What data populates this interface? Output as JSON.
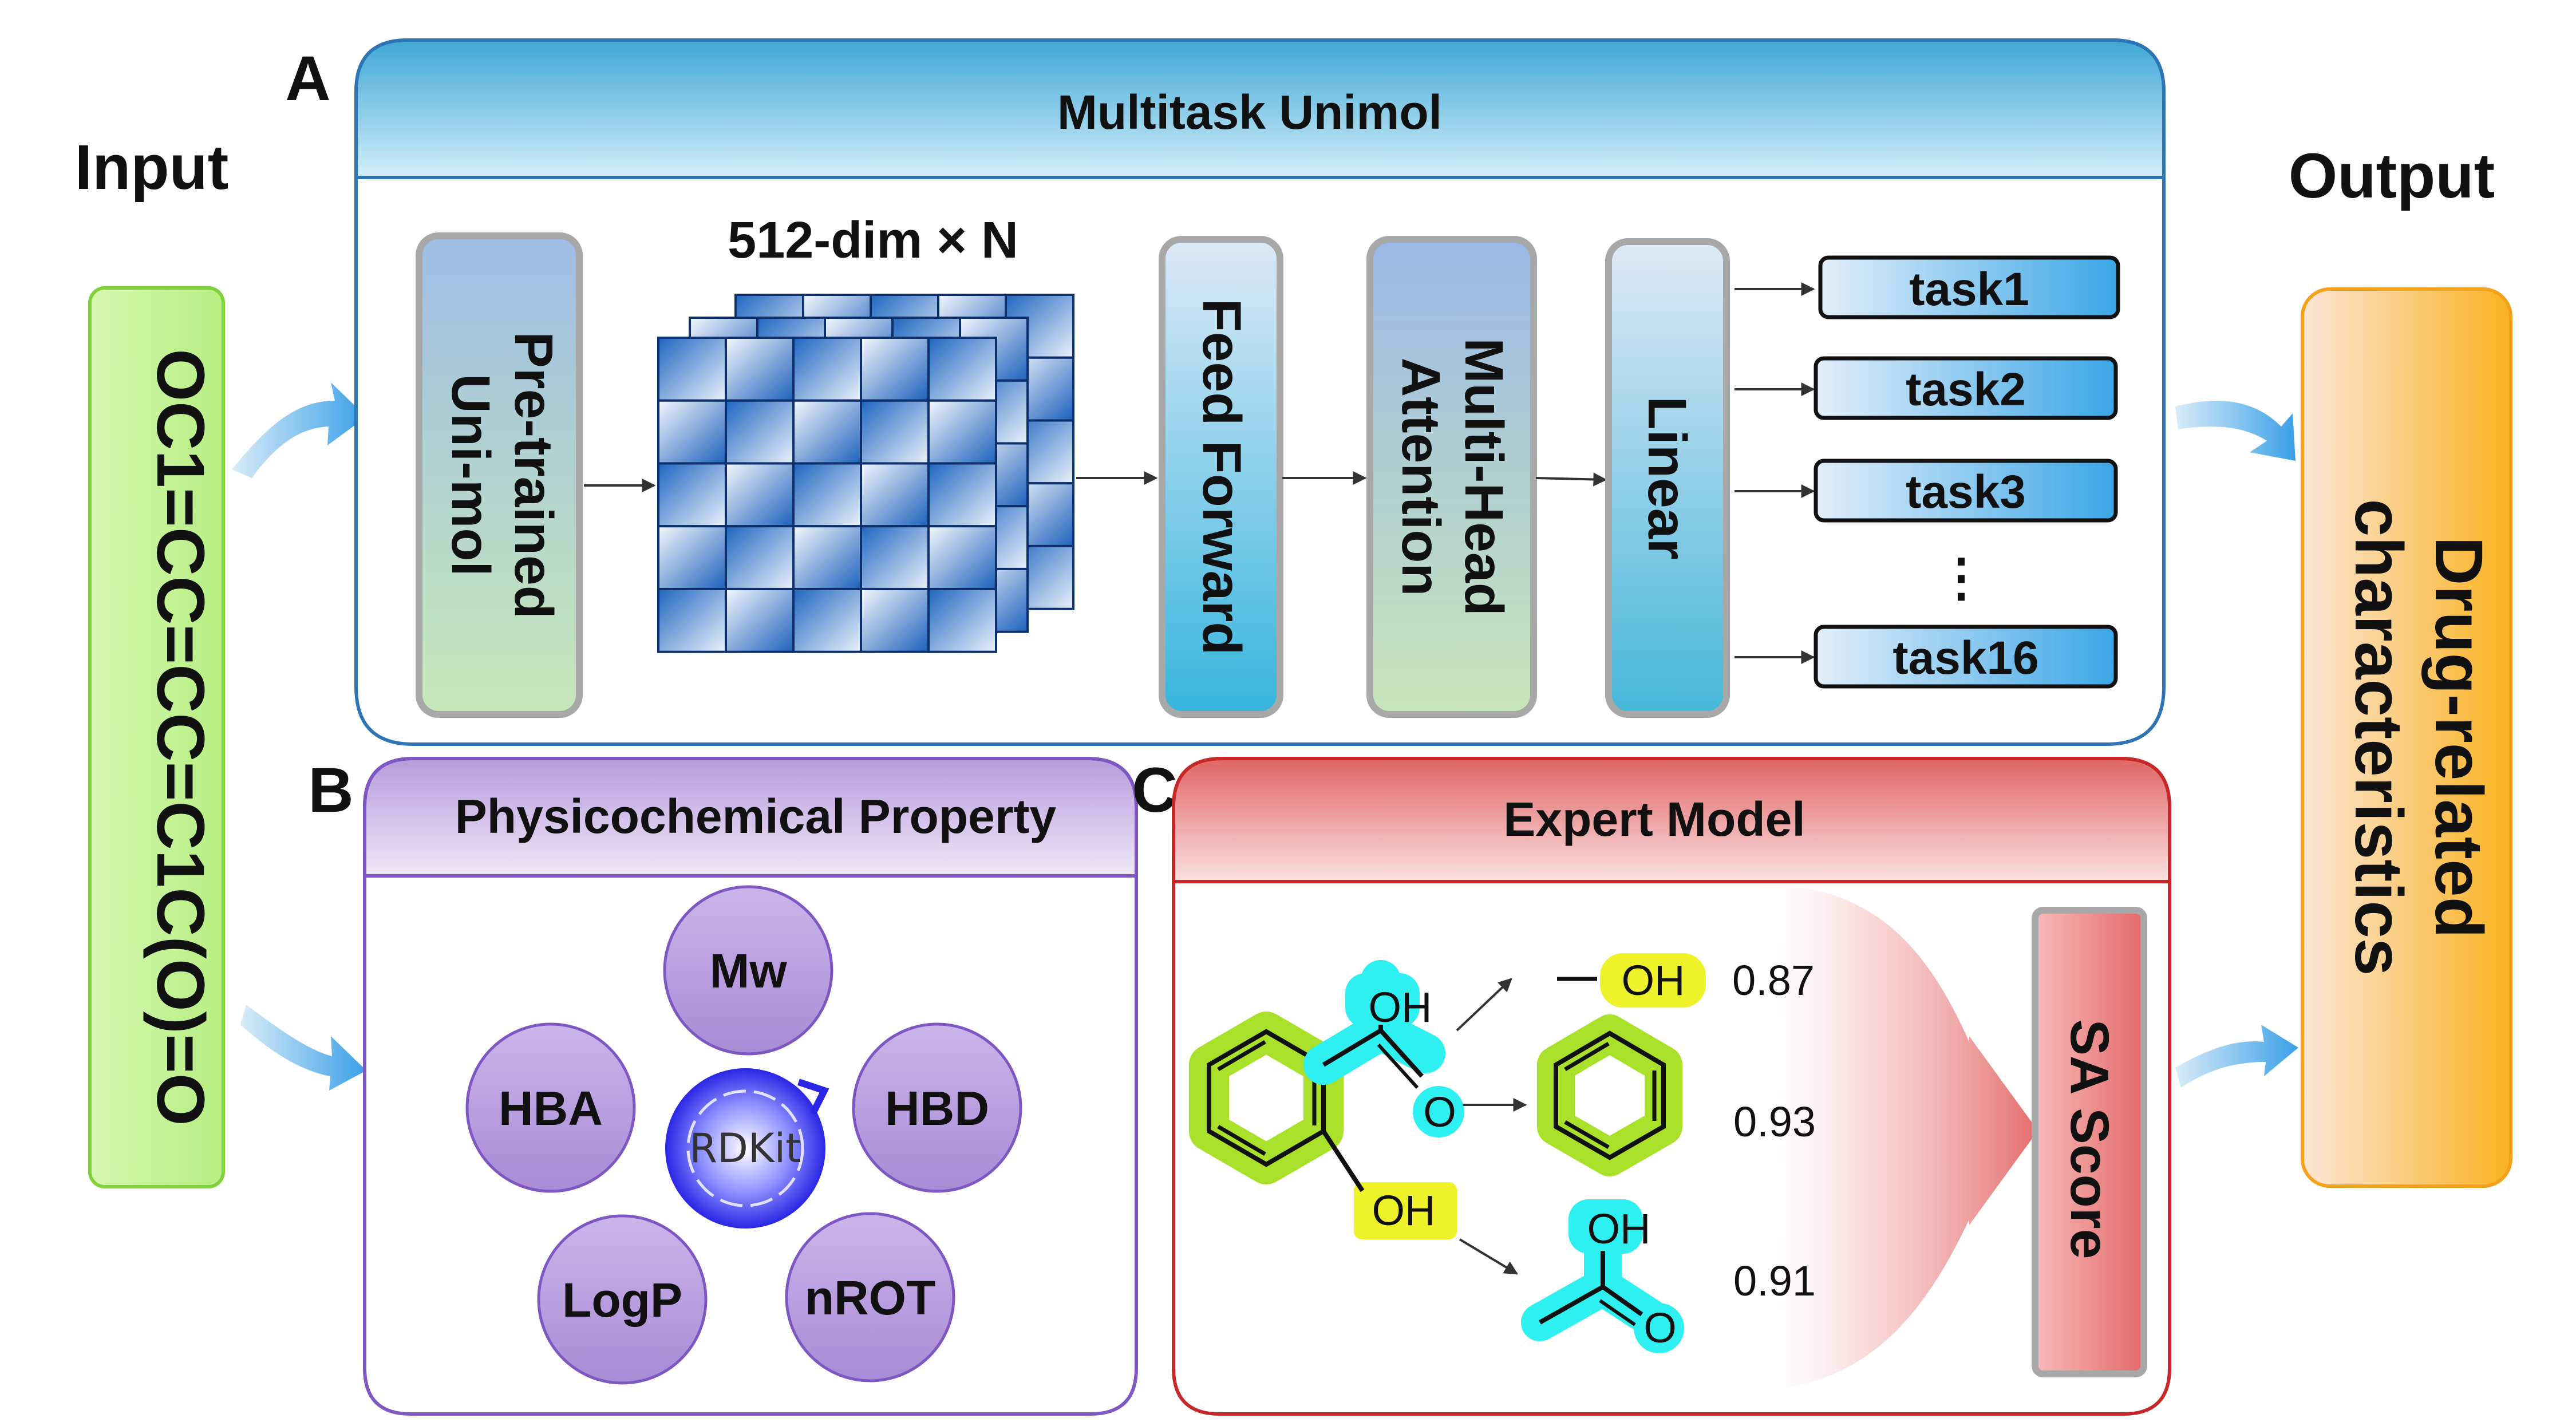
{
  "left": {
    "title": "Input",
    "smiles": "OC1=CC=CC=C1C(O)=O"
  },
  "right": {
    "title": "Output",
    "box_line1": "Drug-related",
    "box_line2": "characteristics"
  },
  "panel_a": {
    "letter": "A",
    "header": "Multitask Unimol",
    "pretrained": [
      "Pre-trained",
      "Uni-mol"
    ],
    "dim_label": "512-dim × N",
    "feed_forward": "Feed Forward",
    "attention": [
      "Multi-Head",
      "Attention"
    ],
    "linear": "Linear",
    "tasks": [
      "task1",
      "task2",
      "task3",
      "task16"
    ],
    "ellipsis": "⋮"
  },
  "panel_b": {
    "letter": "B",
    "header": "Physicochemical Property",
    "properties": [
      "Mw",
      "HBA",
      "HBD",
      "LogP",
      "nROT"
    ],
    "center_logo": "RDKit"
  },
  "panel_c": {
    "letter": "C",
    "header": "Expert Model",
    "groups": [
      "OH",
      "OH",
      "O",
      "OH",
      "OH",
      "O"
    ],
    "fragment_scores": [
      "0.87",
      "0.93",
      "0.91"
    ],
    "sa_label": "SA Score"
  },
  "colors": {
    "blue_panel": "#2e75b6",
    "purple_panel": "#7e57c2",
    "red_panel": "#c62828",
    "input_green": "#c6f59a",
    "output_orange": "#f9b233",
    "cyan_highlight": "#2ff0f0",
    "yellow_highlight": "#eef228",
    "green_highlight": "#a8e02a"
  },
  "icons": [
    "arrow-icon",
    "rdkit-logo-icon",
    "molecule-icon"
  ]
}
